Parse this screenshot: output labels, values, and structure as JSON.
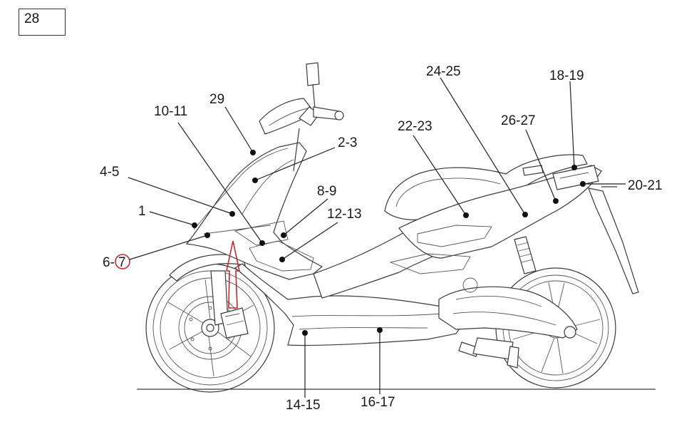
{
  "page_number": "28",
  "callouts": {
    "c_10_11": "10-11",
    "c_29": "29",
    "c_2_3": "2-3",
    "c_4_5": "4-5",
    "c_1": "1",
    "c_6_7_a": "6-",
    "c_6_7_b": "7",
    "c_8_9": "8-9",
    "c_12_13": "12-13",
    "c_22_23": "22-23",
    "c_24_25": "24-25",
    "c_26_27": "26-27",
    "c_18_19": "18-19",
    "c_20_21": "20-21",
    "c_14_15": "14-15",
    "c_16_17": "16-17"
  },
  "colors": {
    "highlight": "#c0282d",
    "line": "#3a3a3a",
    "text": "#1a1a1a"
  }
}
